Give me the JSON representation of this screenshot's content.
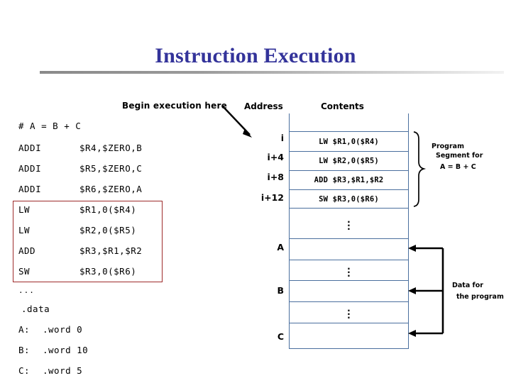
{
  "title": "Instruction Execution",
  "code": {
    "comment": "# A = B + C",
    "lines": [
      {
        "op": "ADDI",
        "args": "$R4,$ZERO,B"
      },
      {
        "op": "ADDI",
        "args": "$R5,$ZERO,C"
      },
      {
        "op": "ADDI",
        "args": "$R6,$ZERO,A"
      },
      {
        "op": "LW",
        "args": "$R1,0($R4)"
      },
      {
        "op": "LW",
        "args": "$R2,0($R5)"
      },
      {
        "op": "ADD",
        "args": "$R3,$R1,$R2"
      },
      {
        "op": "SW",
        "args": "$R3,0($R6)"
      }
    ],
    "ellipsis": "...",
    "data_directive": ".data",
    "data_lines": [
      {
        "label": "A:",
        "decl": ".word 0"
      },
      {
        "label": "B:",
        "decl": ".word 10"
      },
      {
        "label": "C:",
        "decl": ".word 5"
      }
    ]
  },
  "labels": {
    "begin_execution": "Begin execution here",
    "address_header": "Address",
    "contents_header": "Contents"
  },
  "memory": {
    "addresses": [
      "i",
      "i+4",
      "i+8",
      "i+12",
      "A",
      "B",
      "C"
    ],
    "rows": [
      {
        "kind": "empty",
        "contents": ""
      },
      {
        "kind": "instr",
        "contents": "LW $R1,0($R4)"
      },
      {
        "kind": "instr",
        "contents": "LW $R2,0($R5)"
      },
      {
        "kind": "instr",
        "contents": "ADD $R3,$R1,$R2"
      },
      {
        "kind": "instr",
        "contents": "SW $R3,0($R6)"
      },
      {
        "kind": "dots",
        "contents": ""
      },
      {
        "kind": "datavar",
        "contents": ""
      },
      {
        "kind": "dots",
        "contents": ""
      },
      {
        "kind": "datavar",
        "contents": ""
      },
      {
        "kind": "dots",
        "contents": ""
      },
      {
        "kind": "datavar",
        "contents": ""
      }
    ]
  },
  "annotations": {
    "program_segment_1": "Program",
    "program_segment_2": "Segment for",
    "program_segment_3": "A = B + C",
    "data_note_1": "Data for",
    "data_note_2": "the program"
  },
  "colors": {
    "title": "#33339a",
    "table_border": "#4a6f9e",
    "highlight_box": "#9e2b2b",
    "arrow": "#000000"
  }
}
